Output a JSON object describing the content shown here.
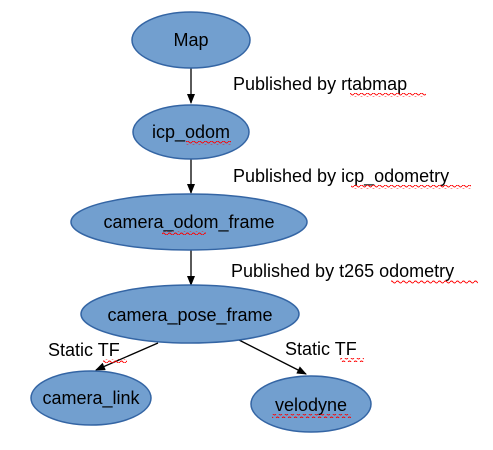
{
  "colors": {
    "node_fill": "#729fcf",
    "node_stroke": "#3465a4",
    "spellcheck": "#ff0000"
  },
  "nodes": [
    {
      "id": "map",
      "label": "Map"
    },
    {
      "id": "icp_odom",
      "label": "icp_odom"
    },
    {
      "id": "camera_odom_frame",
      "label": "camera_odom_frame"
    },
    {
      "id": "camera_pose_frame",
      "label": "camera_pose_frame"
    },
    {
      "id": "camera_link",
      "label": "camera_link"
    },
    {
      "id": "velodyne",
      "label": "velodyne"
    }
  ],
  "edges": [
    {
      "from": "map",
      "to": "icp_odom",
      "label_prefix": "Published by ",
      "label_suffix": "rtabmap"
    },
    {
      "from": "icp_odom",
      "to": "camera_odom_frame",
      "label_prefix": "Published by ",
      "label_suffix": "icp_odometry"
    },
    {
      "from": "camera_odom_frame",
      "to": "camera_pose_frame",
      "label_prefix": "Published by t265 ",
      "label_suffix": "odometry"
    },
    {
      "from": "camera_pose_frame",
      "to": "camera_link",
      "label_prefix": "Static ",
      "label_suffix": "TF"
    },
    {
      "from": "camera_pose_frame",
      "to": "velodyne",
      "label_prefix": "Static ",
      "label_suffix": "TF"
    }
  ]
}
